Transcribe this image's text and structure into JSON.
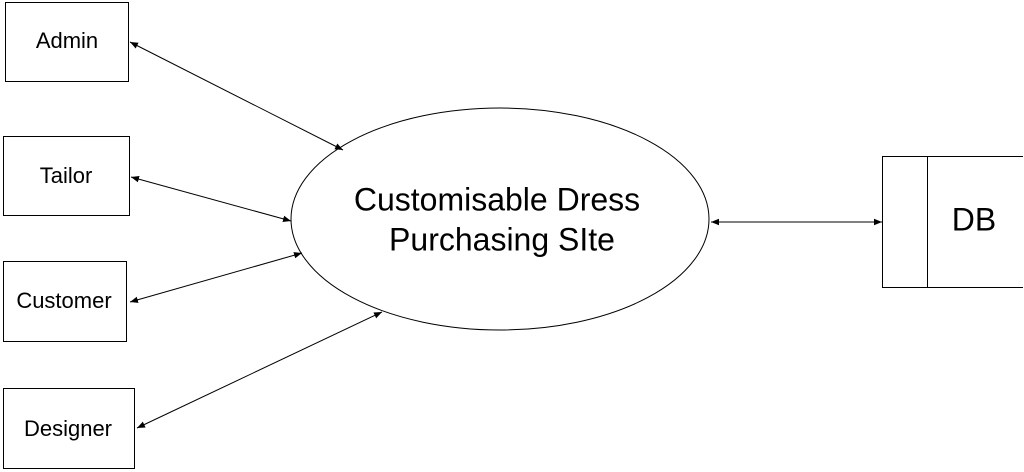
{
  "diagram": {
    "process": {
      "line1": "Customisable Dress",
      "line2": "Purchasing SIte"
    },
    "entities": [
      {
        "label": "Admin"
      },
      {
        "label": "Tailor"
      },
      {
        "label": "Customer"
      },
      {
        "label": "Designer"
      }
    ],
    "datastore": {
      "label": "DB"
    }
  }
}
